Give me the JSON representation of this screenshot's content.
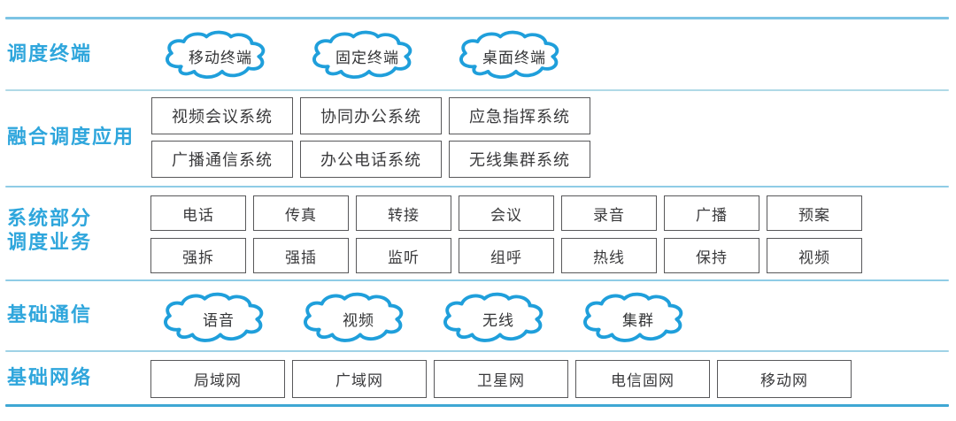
{
  "colors": {
    "label_blue": "#2fa6dc",
    "cloud_stroke": "#1f9fdb",
    "separator_light_blue": "#b0d9e6",
    "separator_top_blue": "#7cc4e4",
    "separator_bottom_blue": "#3fa7d4",
    "box_border_gray": "#58585a",
    "box_text_gray": "#3a3a3c"
  },
  "rows": [
    {
      "label": "调度终端",
      "clouds": [
        "移动终端",
        "固定终端",
        "桌面终端"
      ]
    },
    {
      "label": "融合调度应用",
      "grid": [
        [
          "视频会议系统",
          "协同办公系统",
          "应急指挥系统"
        ],
        [
          "广播通信系统",
          "办公电话系统",
          "无线集群系统"
        ]
      ]
    },
    {
      "label_line1": "系统部分",
      "label_line2": "调度业务",
      "grid": [
        [
          "电话",
          "传真",
          "转接",
          "会议",
          "录音",
          "广播",
          "预案"
        ],
        [
          "强拆",
          "强插",
          "监听",
          "组呼",
          "热线",
          "保持",
          "视频"
        ]
      ]
    },
    {
      "label": "基础通信",
      "clouds": [
        "语音",
        "视频",
        "无线",
        "集群"
      ]
    },
    {
      "label": "基础网络",
      "boxes": [
        "局域网",
        "广域网",
        "卫星网",
        "电信固网",
        "移动网"
      ]
    }
  ]
}
